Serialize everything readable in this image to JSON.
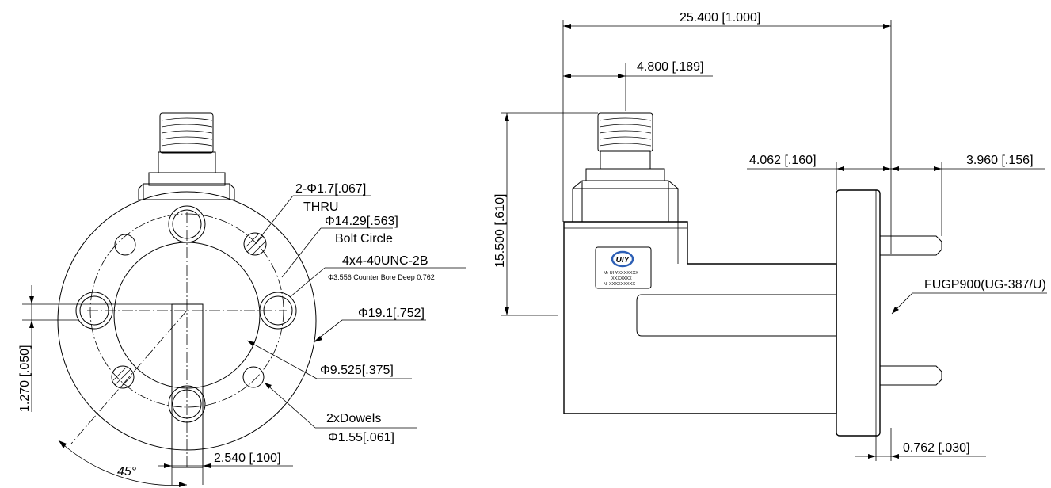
{
  "front_view": {
    "hole_callout_line1": "2-Φ1.7[.067]",
    "hole_callout_line2": "THRU",
    "bolt_circle_line1": "Φ14.29[.563]",
    "bolt_circle_line2": "Bolt Circle",
    "thread_line1": "4x4-40UNC-2B",
    "thread_line2": "Φ3.556 Counter Bore Deep 0.762",
    "flange_dia": "Φ19.1[.752]",
    "bore_dia": "Φ9.525[.375]",
    "dowels_line1": "2xDowels",
    "dowels_line2": "Φ1.55[.061]",
    "offset_dim": "1.270 [.050]",
    "width_dim": "2.540 [.100]",
    "angle_dim": "45°"
  },
  "side_view": {
    "overall_length": "25.400 [1.000]",
    "connector_offset": "4.800 [.189]",
    "height": "15.500 [.610]",
    "flange_thickness": "4.062 [.160]",
    "pin_length": "3.960 [.156]",
    "flange_type": "FUGP900(UG-387/U)",
    "gap_dim": "0.762 [.030]"
  },
  "label": {
    "brand": "UIY",
    "line1": "M: UI YXXXXXXX",
    "line2": "XXXXXXX",
    "line3": "N: XXXXXXXXX"
  },
  "colors": {
    "ink": "#000000",
    "logo_blue": "#2d5fb5",
    "logo_red": "#d32626"
  }
}
